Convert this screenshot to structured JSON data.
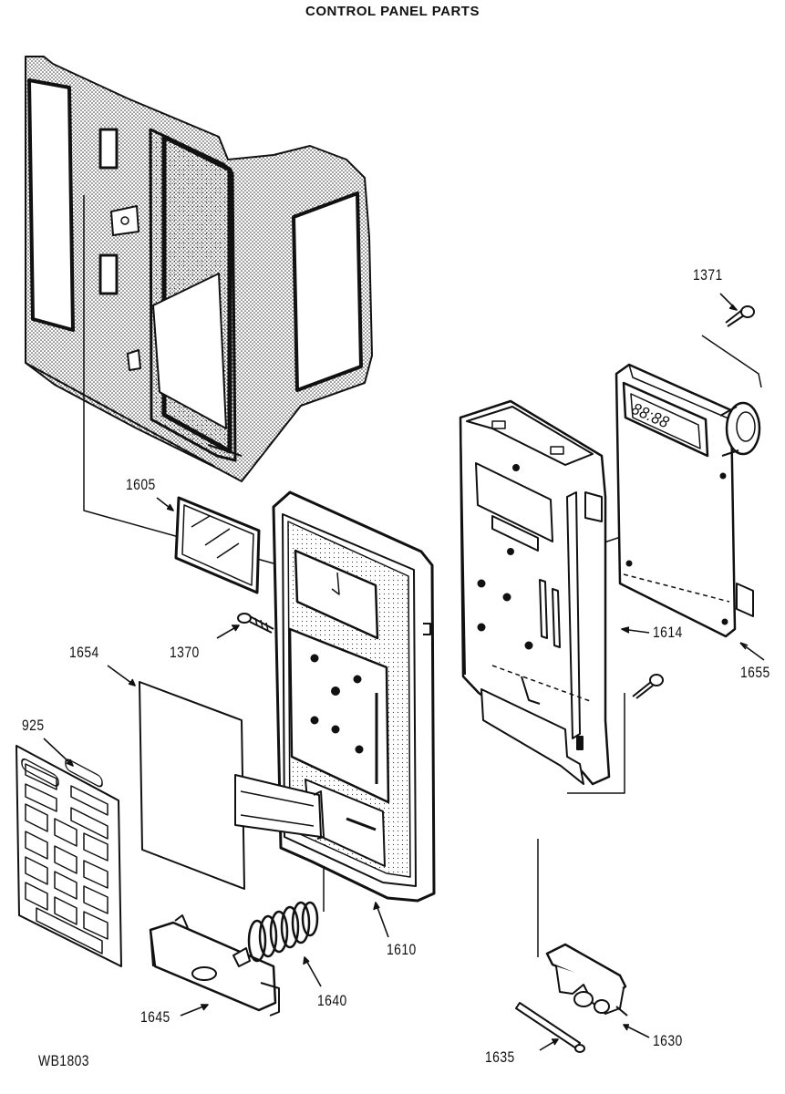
{
  "title": "CONTROL PANEL PARTS",
  "diagram_id": "WB1803",
  "display_readout": "88:88",
  "parts": [
    {
      "id": "p1371",
      "number": "1371"
    },
    {
      "id": "p1605",
      "number": "1605"
    },
    {
      "id": "p1614",
      "number": "1614"
    },
    {
      "id": "p1655",
      "number": "1655"
    },
    {
      "id": "p1654",
      "number": "1654"
    },
    {
      "id": "p1370",
      "number": "1370"
    },
    {
      "id": "p925",
      "number": "925"
    },
    {
      "id": "p1610",
      "number": "1610"
    },
    {
      "id": "p1640",
      "number": "1640"
    },
    {
      "id": "p1645",
      "number": "1645"
    },
    {
      "id": "p1635",
      "number": "1635"
    },
    {
      "id": "p1630",
      "number": "1630"
    }
  ]
}
